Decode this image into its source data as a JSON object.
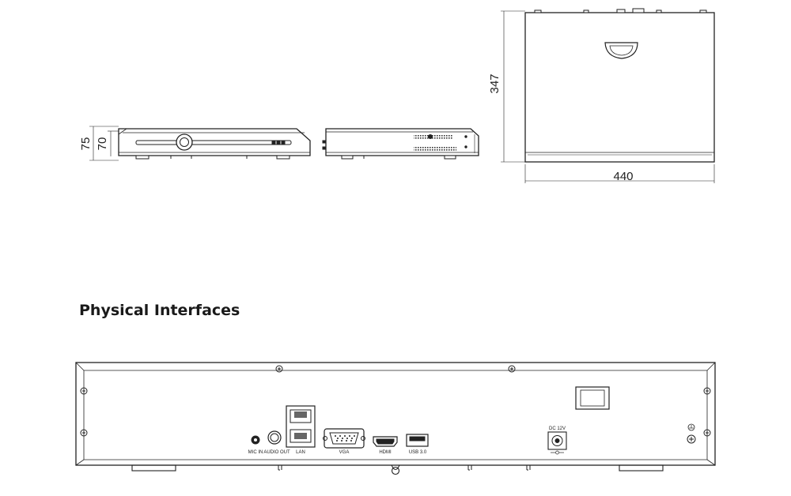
{
  "dimensions": {
    "total_height": "75",
    "body_height": "70",
    "depth": "347",
    "width": "440"
  },
  "section_title": "Physical Interfaces",
  "ports": {
    "mic_in": "MIC IN",
    "audio_out": "AUDIO OUT",
    "lan": "LAN",
    "vga": "VGA",
    "hdmi": "HDMI",
    "usb": "USB 3.0",
    "dc_power": "DC 12V"
  }
}
